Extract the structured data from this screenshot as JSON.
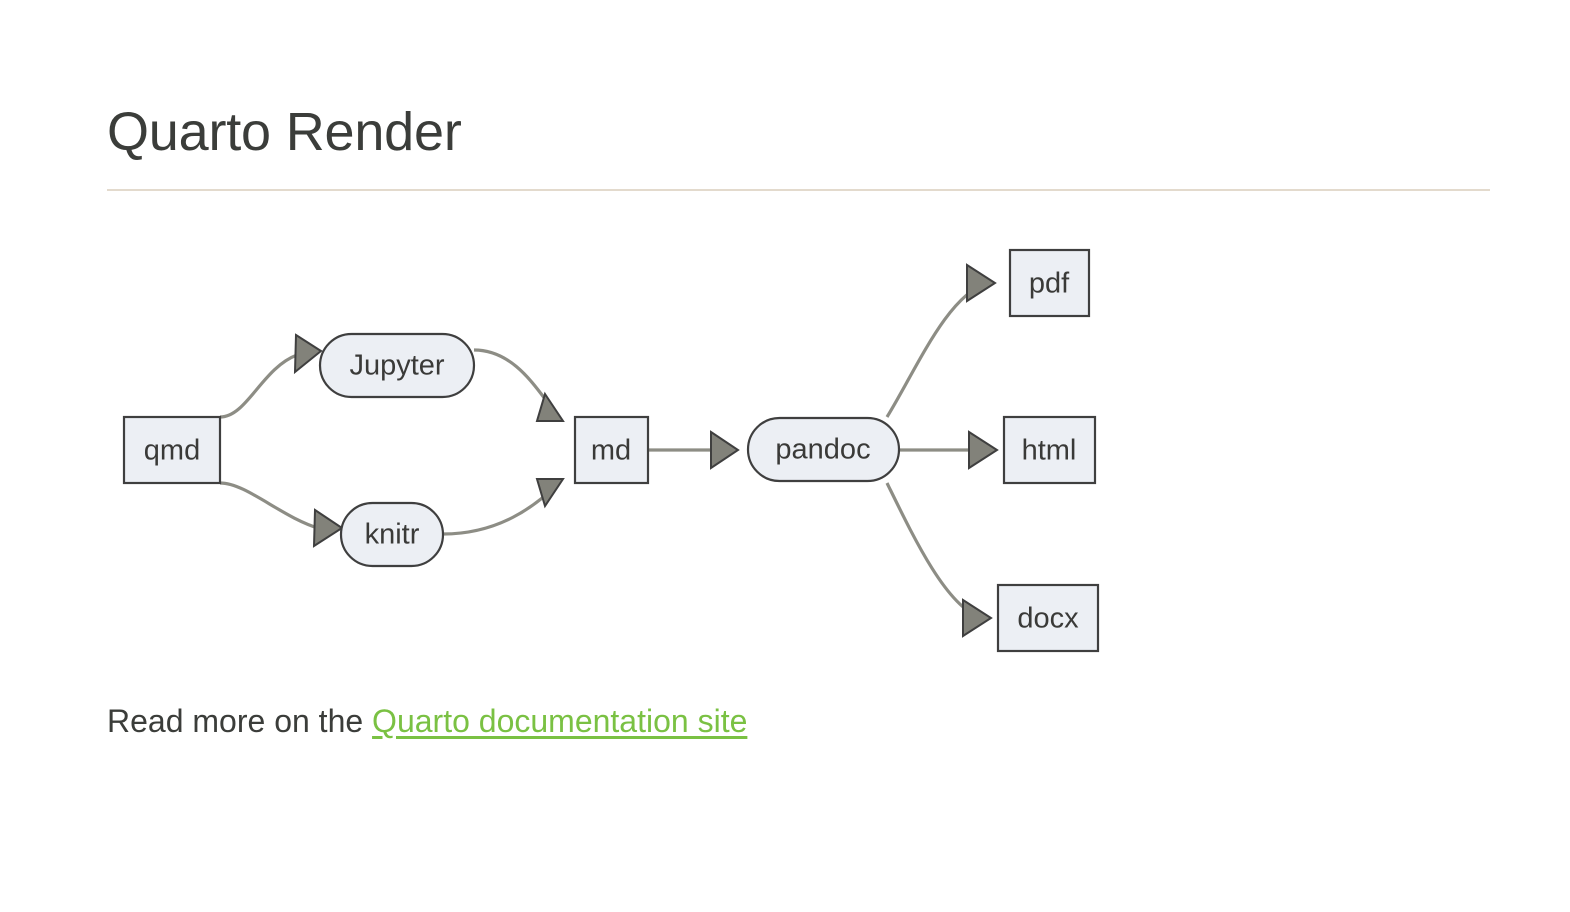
{
  "page": {
    "title": "Quarto Render",
    "background_color": "#ffffff",
    "title_color": "#3b3d3a",
    "rule_color": "#e3dacd"
  },
  "diagram": {
    "type": "flowchart",
    "direction": "left-to-right",
    "node_fill": "#eceff4",
    "node_stroke": "#3f3f3f",
    "edge_color": "#8d8d85",
    "arrow_fill": "#82827a",
    "nodes": [
      {
        "id": "qmd",
        "label": "qmd",
        "shape": "rect"
      },
      {
        "id": "jupyter",
        "label": "Jupyter",
        "shape": "stadium"
      },
      {
        "id": "knitr",
        "label": "knitr",
        "shape": "stadium"
      },
      {
        "id": "md",
        "label": "md",
        "shape": "rect"
      },
      {
        "id": "pandoc",
        "label": "pandoc",
        "shape": "stadium"
      },
      {
        "id": "pdf",
        "label": "pdf",
        "shape": "rect"
      },
      {
        "id": "html",
        "label": "html",
        "shape": "rect"
      },
      {
        "id": "docx",
        "label": "docx",
        "shape": "rect"
      }
    ],
    "edges": [
      {
        "from": "qmd",
        "to": "jupyter"
      },
      {
        "from": "qmd",
        "to": "knitr"
      },
      {
        "from": "jupyter",
        "to": "md"
      },
      {
        "from": "knitr",
        "to": "md"
      },
      {
        "from": "md",
        "to": "pandoc"
      },
      {
        "from": "pandoc",
        "to": "pdf"
      },
      {
        "from": "pandoc",
        "to": "html"
      },
      {
        "from": "pandoc",
        "to": "docx"
      }
    ]
  },
  "footer": {
    "lead_text": "Read more on the ",
    "link_text": "Quarto documentation site",
    "link_color": "#7ac143"
  }
}
